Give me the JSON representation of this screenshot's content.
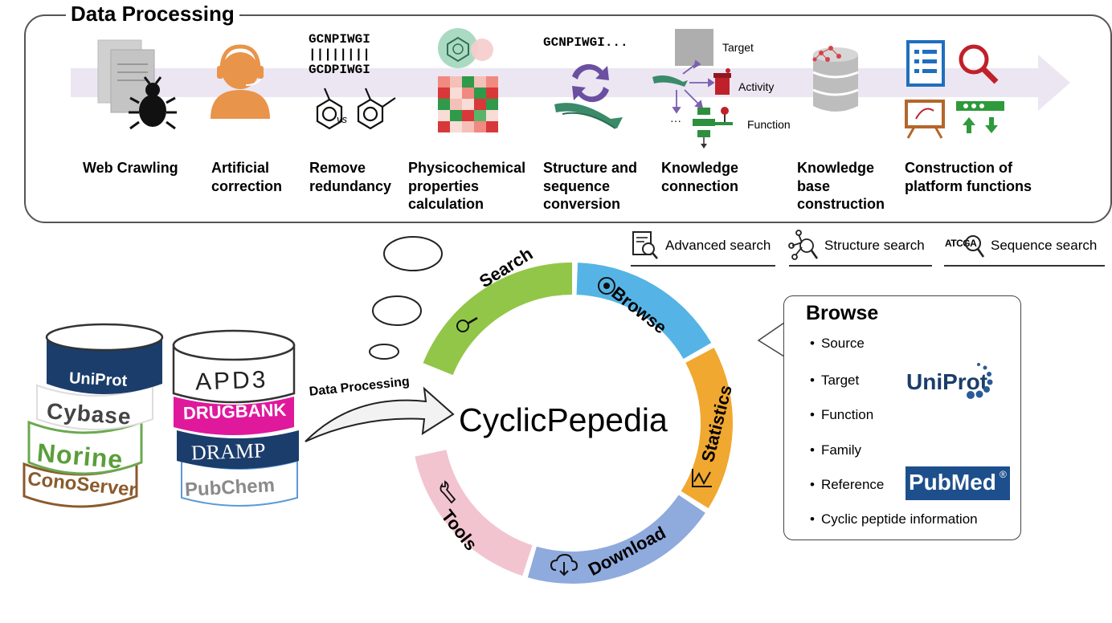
{
  "panel": {
    "title": "Data Processing",
    "steps": [
      {
        "id": "web-crawling",
        "label_lines": [
          "Web Crawling"
        ]
      },
      {
        "id": "artificial-correction",
        "label_lines": [
          "Artificial",
          "correction"
        ]
      },
      {
        "id": "remove-redundancy",
        "label_lines": [
          "Remove",
          "redundancy"
        ]
      },
      {
        "id": "physicochemical",
        "label_lines": [
          "Physicochemical",
          "properties",
          "calculation"
        ]
      },
      {
        "id": "structure-sequence",
        "label_lines": [
          "Structure and",
          "sequence",
          "conversion"
        ]
      },
      {
        "id": "knowledge-connection",
        "label_lines": [
          "Knowledge",
          "connection"
        ]
      },
      {
        "id": "knowledge-base",
        "label_lines": [
          "Knowledge",
          "base",
          "construction"
        ]
      },
      {
        "id": "platform-functions",
        "label_lines": [
          "Construction of",
          "platform functions"
        ]
      }
    ],
    "redundancy": {
      "seq1": "GCNPIWGI",
      "match": "||||||||",
      "seq2": "GCDPIWGI",
      "vs": "vs"
    },
    "conversion_seq": "GCNPIWGI...",
    "knowledge": {
      "target": "Target",
      "activity": "Activity",
      "function": "Function",
      "ellipsis": "···"
    }
  },
  "search_options": [
    {
      "label": "Advanced search",
      "icon": "document-search-icon"
    },
    {
      "label": "Structure search",
      "icon": "molecule-search-icon"
    },
    {
      "label": "Sequence search",
      "icon": "sequence-search-icon",
      "prefix": "ATCGA"
    }
  ],
  "databases": {
    "left": [
      "UniProt",
      "Cybase",
      "Norine",
      "ConoServer"
    ],
    "right": [
      "APD3",
      "DRUGBANK",
      "DRAMP",
      "PubChem"
    ]
  },
  "arrow_label": "Data Processing",
  "center_title": "CyclicPepedia",
  "ring": {
    "segments": [
      {
        "label": "Search",
        "color": "#92c648",
        "icon": "magnifier-icon"
      },
      {
        "label": "Browse",
        "color": "#55b4e5",
        "icon": "eye-icon"
      },
      {
        "label": "Statistics",
        "color": "#f0a830",
        "icon": "chart-icon"
      },
      {
        "label": "Download",
        "color": "#8faadc",
        "icon": "cloud-download-icon"
      },
      {
        "label": "Tools",
        "color": "#f2c4d0",
        "icon": "wrench-icon"
      }
    ]
  },
  "browse": {
    "title": "Browse",
    "items": [
      "Source",
      "Target",
      "Function",
      "Family",
      "Reference",
      "Cyclic peptide information"
    ],
    "logos": [
      "UniProt",
      "PubMed"
    ],
    "pubmed_mark": "®"
  },
  "colors": {
    "arrow": "#ece6f2",
    "green": "#1f8a4c",
    "purple": "#6b4fa0",
    "drugbank": "#e0189c",
    "navy": "#1b3d6b"
  }
}
